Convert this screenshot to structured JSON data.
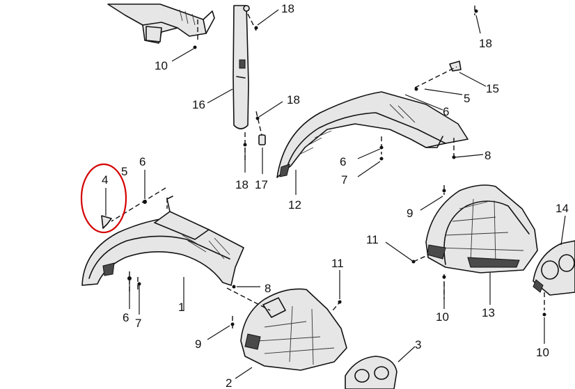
{
  "diagram": {
    "callouts": {
      "c1": "1",
      "c2": "2",
      "c3": "3",
      "c4": "4",
      "c5a": "5",
      "c5b": "5",
      "c6a": "6",
      "c6b": "6",
      "c6c": "6",
      "c6d": "6",
      "c7a": "7",
      "c7b": "7",
      "c8a": "8",
      "c8b": "8",
      "c9a": "9",
      "c9b": "9",
      "c10a": "10",
      "c10b": "10",
      "c10c": "10",
      "c11a": "11",
      "c11b": "11",
      "c12": "12",
      "c13": "13",
      "c14": "14",
      "c15": "15",
      "c16": "16",
      "c17": "17",
      "c18a": "18",
      "c18b": "18",
      "c18c": "18",
      "c18d": "18"
    },
    "highlight_color": "#d40000"
  }
}
